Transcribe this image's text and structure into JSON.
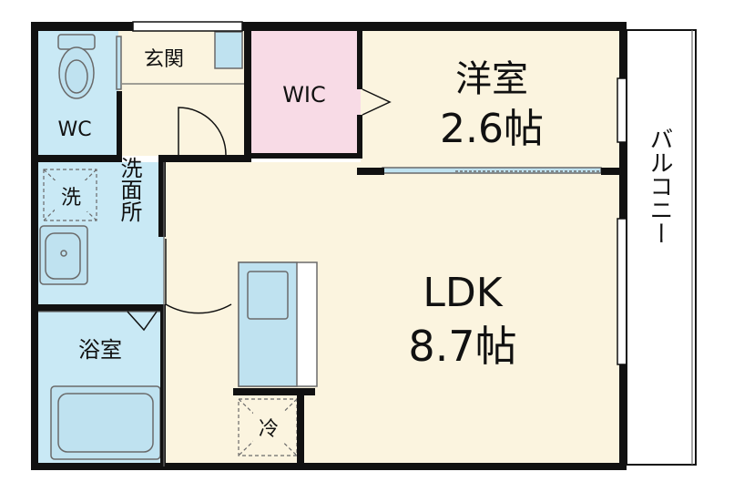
{
  "colors": {
    "wall": "#111111",
    "wet_area": "#c9e9f5",
    "room": "#fbf4df",
    "wic": "#f8dbe6",
    "balcony": "#ffffff",
    "fixture_fill": "#bfe2f0",
    "fixture_line": "#6a6a6a"
  },
  "rooms": {
    "wc": "WC",
    "entrance": "玄関",
    "wic": "WIC",
    "bedroom_name": "洋室",
    "bedroom_size": "2.6帖",
    "washroom": "洗面所",
    "washer": "洗",
    "bath": "浴室",
    "ldk_name": "LDK",
    "ldk_size": "8.7帖",
    "fridge": "冷",
    "balcony": "バルコニー"
  }
}
